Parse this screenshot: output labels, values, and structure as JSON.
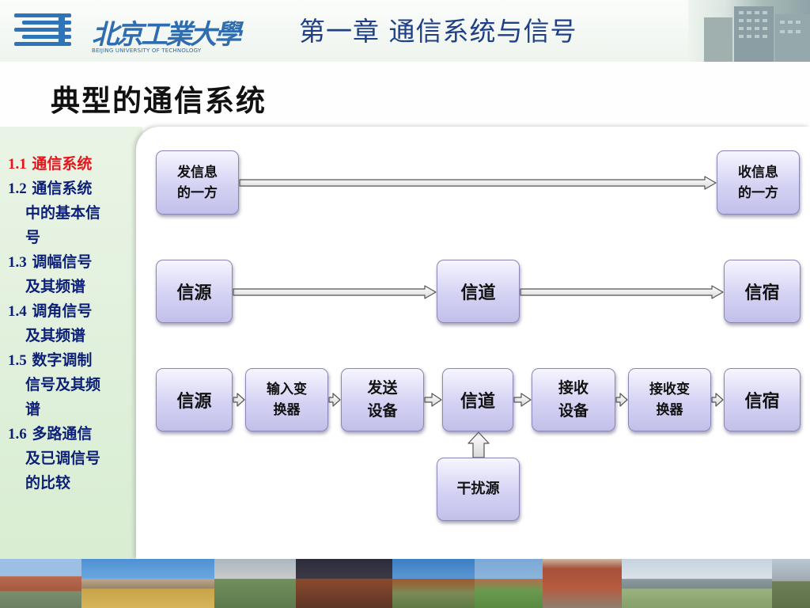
{
  "header": {
    "logo_cn": "北京工業大學",
    "logo_en": "BEIJING UNIVERSITY OF TECHNOLOGY",
    "chapter_title": "第一章  通信系统与信号"
  },
  "slide_title": "典型的通信系统",
  "toc": [
    {
      "num": "1.1",
      "first": "通信系统",
      "cont": [],
      "active": true
    },
    {
      "num": "1.2",
      "first": "通信系统",
      "cont": [
        "中的基本信",
        "号"
      ],
      "active": false
    },
    {
      "num": "1.3",
      "first": "调幅信号",
      "cont": [
        "及其频谱"
      ],
      "active": false
    },
    {
      "num": "1.4",
      "first": "调角信号",
      "cont": [
        "及其频谱"
      ],
      "active": false
    },
    {
      "num": "1.5",
      "first": "数字调制",
      "cont": [
        "信号及其频",
        "谱"
      ],
      "active": false
    },
    {
      "num": "1.6",
      "first": "多路通信",
      "cont": [
        "及已调信号",
        "的比较"
      ],
      "active": false
    }
  ],
  "diagram": {
    "row1": {
      "sender": [
        "发信息",
        "的一方"
      ],
      "receiver": [
        "收信息",
        "的一方"
      ]
    },
    "row2": {
      "source": "信源",
      "channel": "信道",
      "sink": "信宿"
    },
    "row3": {
      "source": "信源",
      "input_transducer": [
        "输入变",
        "换器"
      ],
      "transmitter": [
        "发送",
        "设备"
      ],
      "channel": "信道",
      "receiver_equipment": [
        "接收",
        "设备"
      ],
      "output_transducer": [
        "接收变",
        "换器"
      ],
      "sink": "信宿",
      "noise": "干扰源"
    }
  },
  "colors": {
    "title_blue": "#1f3f86",
    "toc_blue": "#0c1f78",
    "toc_active": "#e8131b",
    "box_fill": "#d4d2f3",
    "box_border": "#8a86b8"
  }
}
